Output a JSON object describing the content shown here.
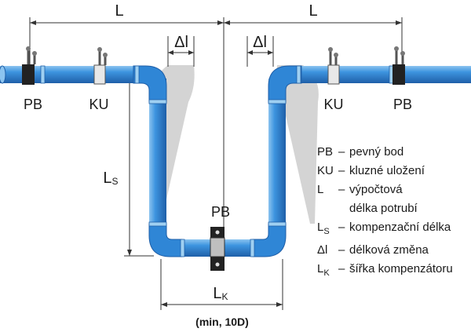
{
  "dimensions": {
    "L_left": "L",
    "L_right": "L",
    "dl_left": "Δl",
    "dl_right": "Δl",
    "Ls_main": "L",
    "Ls_sub": "S",
    "Lk_main": "L",
    "Lk_sub": "K",
    "min_note": "(min, 10D)"
  },
  "labels": {
    "pb_left": "PB",
    "ku_left": "KU",
    "ku_right": "KU",
    "pb_right": "PB",
    "pb_center": "PB"
  },
  "legend": [
    {
      "key": "PB",
      "dash": "–",
      "desc": "pevný bod"
    },
    {
      "key": "KU",
      "dash": "–",
      "desc": "kluzné uložení"
    },
    {
      "key": "L",
      "dash": "–",
      "desc": "výpočtová"
    },
    {
      "key": "L",
      "key_sub": "S",
      "dash": "–",
      "desc": "kompenzační délka"
    },
    {
      "key": "Δl",
      "dash": "–",
      "desc": "délková změna"
    },
    {
      "key": "L",
      "key_sub": "K",
      "dash": "–",
      "desc": "šířka kompenzátoru"
    }
  ],
  "legend_continuation": "délka potrubí",
  "colors": {
    "pipe": "#2f86d6",
    "pipe_dark": "#1f5fa8",
    "pipe_highlight": "#8cc4f0",
    "joint": "#9fd0f2",
    "shadow": "#d4d4d4",
    "line": "#333333"
  }
}
